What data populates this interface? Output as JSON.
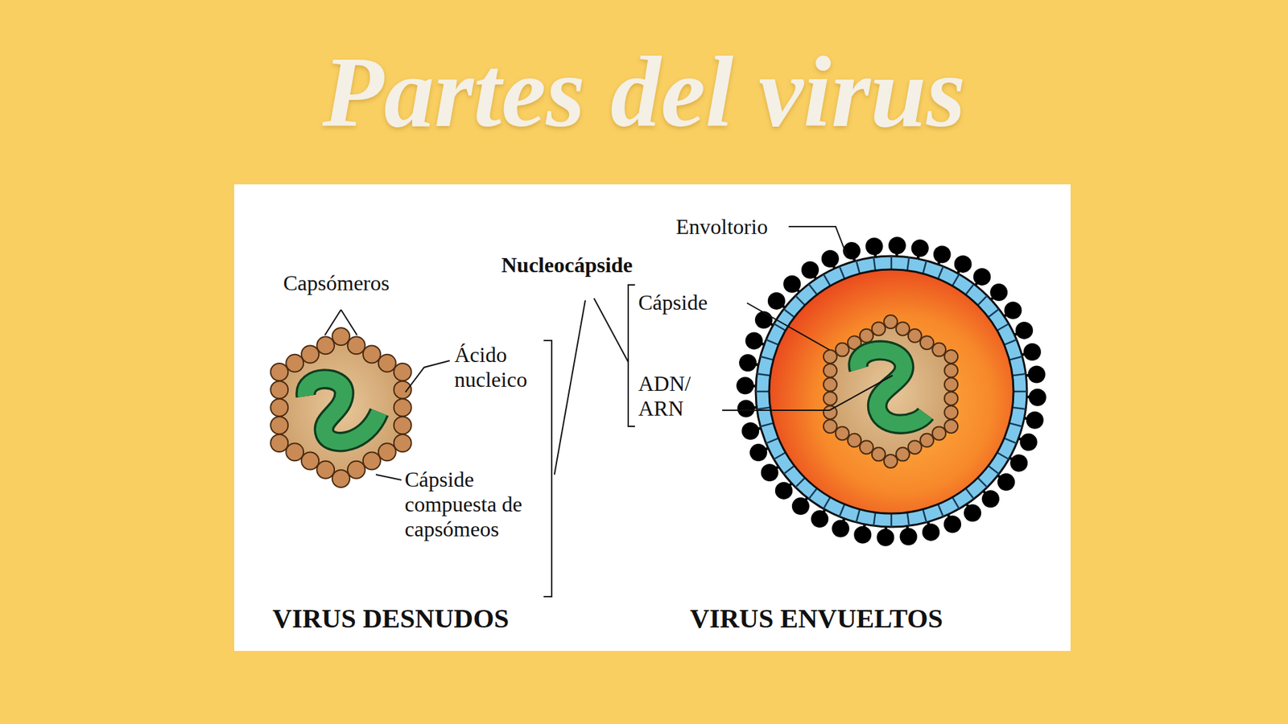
{
  "diagram": {
    "title": "Partes del virus",
    "labels": [
      "Capsómeros",
      "Nucleocápside",
      "Envoltorio",
      "Cápside",
      "Ácido nucleico",
      "ADN/ ARN",
      "Cápside compuesta de capsómeos",
      "VIRUS DESNUDOS",
      "VIRUS ENVUELTOS"
    ]
  }
}
